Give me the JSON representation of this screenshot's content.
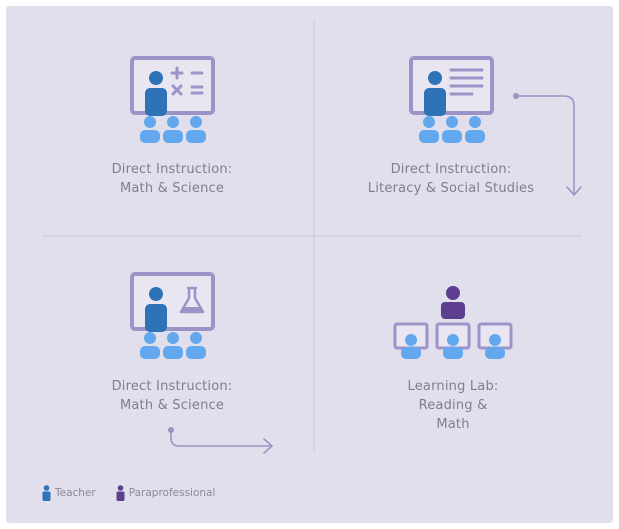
{
  "quadrants": [
    {
      "line1": "Direct Instruction:",
      "line2": "Math & Science",
      "line3": ""
    },
    {
      "line1": "Direct Instruction:",
      "line2": "Literacy & Social Studies",
      "line3": ""
    },
    {
      "line1": "Direct Instruction:",
      "line2": "Math & Science",
      "line3": ""
    },
    {
      "line1": "Learning Lab:",
      "line2": "Reading &",
      "line3": "Math"
    }
  ],
  "legend": {
    "teacher": "Teacher",
    "paraprofessional": "Paraprofessional"
  },
  "colors": {
    "background": "#e2dfec",
    "board": "#9d93c8",
    "board_fill": "#e9e6f2",
    "teacher": "#2e72b8",
    "paraprofessional": "#5e3f8f",
    "students": "#63a8ee",
    "divider": "#d2cde2",
    "label": "#7f7d8f"
  },
  "icons": [
    "whiteboard-math-icon",
    "whiteboard-text-icon",
    "whiteboard-flask-icon",
    "computer-lab-icon",
    "rotation-arrow-icon"
  ]
}
